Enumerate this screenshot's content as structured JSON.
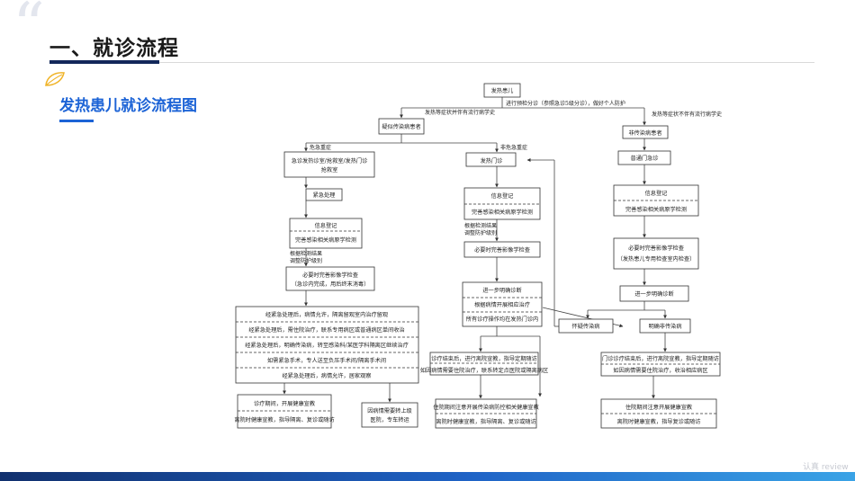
{
  "header": {
    "title": "一、就诊流程",
    "subtitle": "发热患儿就诊流程图"
  },
  "footer": {
    "watermark": "认真 review"
  },
  "diagram": {
    "boxes": {
      "start": "发热患儿",
      "suspected_infectious": "疑似传染病患者",
      "emergency_room": [
        "急诊发热诊室/抢救室/发热门诊",
        "抢救室"
      ],
      "emergency_treat": "紧急处理",
      "info_reg_left": "信息登记",
      "test_left": "完善感染相关病原学检测",
      "imaging_left": [
        "必要时完善影像学检查",
        "（急诊内完成，用后终末消毒）"
      ],
      "fever_clinic": "发热门诊",
      "info_reg_mid": "信息登记",
      "test_mid": "完善感染相关病原学检测",
      "imaging_mid": "必要时完善影像学检查",
      "diagnose_mid": "进一步明确诊断",
      "treat_mid": "根据病情开展相应治疗",
      "all_in_clinic": "所有诊疗操作均在发热门诊内",
      "non_infectious": "非传染病患者",
      "general_er": "普通门急诊",
      "info_reg_right": "信息登记",
      "test_right": "完善感染相关病原学检测",
      "imaging_right": [
        "必要时完善影像学检查",
        "（发热患儿专用检查室内检查）"
      ],
      "diagnose_right": "进一步明确诊断",
      "suspect_box": "怀疑传染病",
      "confirm_non": "明确非传染病",
      "stabilized": [
        "经紧急处理后，病情允许，隔离留观室内治疗留观",
        "经紧急处理后，需住院治疗，联系专用病区或普通病区单间收治",
        "经紧急处理后，明确传染病，转至感染科/某医学科隔离区继续治疗",
        "如需紧急手术，专人送至负压手术间/隔离手术间",
        "经紧急处理后，病情允许，居家观察"
      ],
      "left_after": [
        "诊疗期间，开展健康宣教",
        "离院时健康宣教，指导隔离、复诊或随访"
      ],
      "left_transfer": [
        "因病情需要转上级",
        "医院，专车转运"
      ],
      "mid_after1": [
        "诊疗结束后，进行离院宣教，指导定期随访",
        "如因病情需要住院治疗，联系转定点医院或隔离病区"
      ],
      "mid_after2": [
        "住院期间注意开展传染病防控相关健康宣教",
        "离院时健康宣教，指导隔离、复诊或随访"
      ],
      "right_after1": [
        "门诊诊疗结束后，进行离院宣教，指导定期随访",
        "如因病情需要住院治疗，收治相应病区"
      ],
      "right_after2": [
        "住院期间注意开展健康宣教",
        "离院时健康宣教，指导复诊或随访"
      ]
    },
    "labels": {
      "triage": "进行预检分诊（参照急诊5级分诊），做好个人防护",
      "has_history": "发热等症状并伴有流行病学史",
      "no_history": "发热等症状不伴有流行病学史",
      "critical": "危急重症",
      "non_critical": "非危急重症",
      "adjust_left": [
        "根据检测结果",
        "调整防护级别"
      ],
      "adjust_mid": [
        "根据检测结果",
        "调整防护级别"
      ]
    }
  }
}
